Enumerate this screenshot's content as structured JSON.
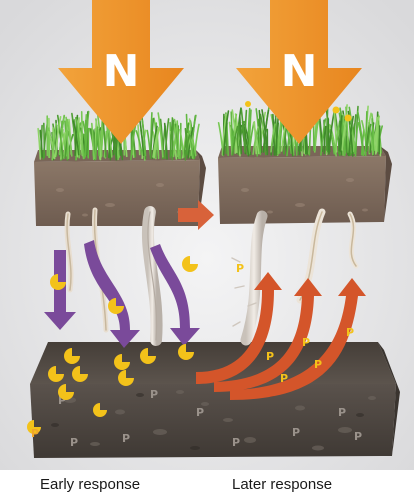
{
  "diagram": {
    "nutrient_symbol": "N",
    "phosphorus_symbol": "P",
    "panels": [
      {
        "caption": "Early response"
      },
      {
        "caption": "Later response"
      }
    ]
  },
  "colors": {
    "nitrogen_arrow": "#f0962c",
    "phosphorus_pacman": "#f3c21a",
    "early_flow_arrow": "#7a4a9a",
    "later_flow_arrow": "#d4552a",
    "transition_arrow": "#d8623a",
    "grass": "#5cae3c",
    "soil_block": "#8a7566",
    "soil_bed": "#5e5650",
    "background": "#e9e9ea"
  },
  "icons": {
    "nitrogen_input": "down-arrow-icon",
    "phosphorus": "pacman-icon",
    "transition": "right-arrow-icon"
  }
}
